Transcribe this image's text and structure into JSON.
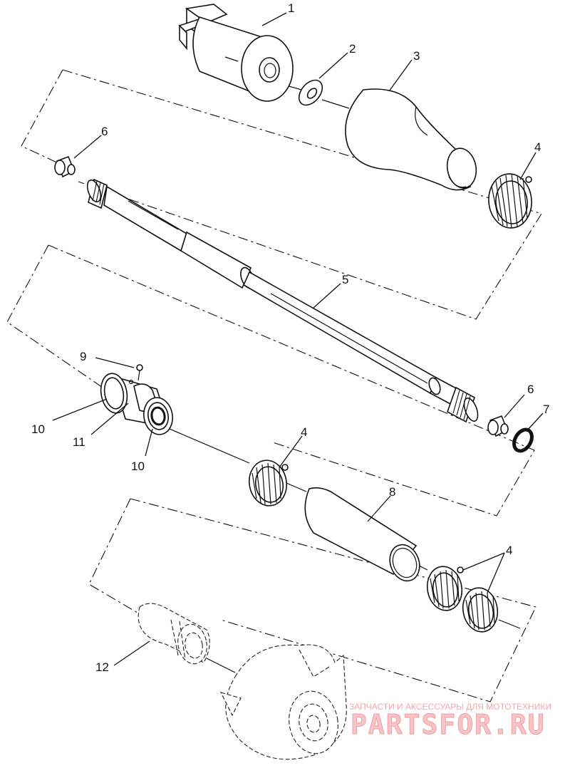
{
  "callouts": {
    "c1": "1",
    "c2": "2",
    "c3": "3",
    "c4a": "4",
    "c4b": "4",
    "c4c": "4",
    "c5": "5",
    "c6a": "6",
    "c6b": "6",
    "c7": "7",
    "c8": "8",
    "c9": "9",
    "c10a": "10",
    "c10b": "10",
    "c11": "11",
    "c12": "12"
  },
  "watermark": {
    "tagline": "ЗАПЧАСТИ И АКСЕССУАРЫ ДЛЯ МОТОТЕХНИКИ",
    "logo": "PARTSFOR.RU"
  }
}
